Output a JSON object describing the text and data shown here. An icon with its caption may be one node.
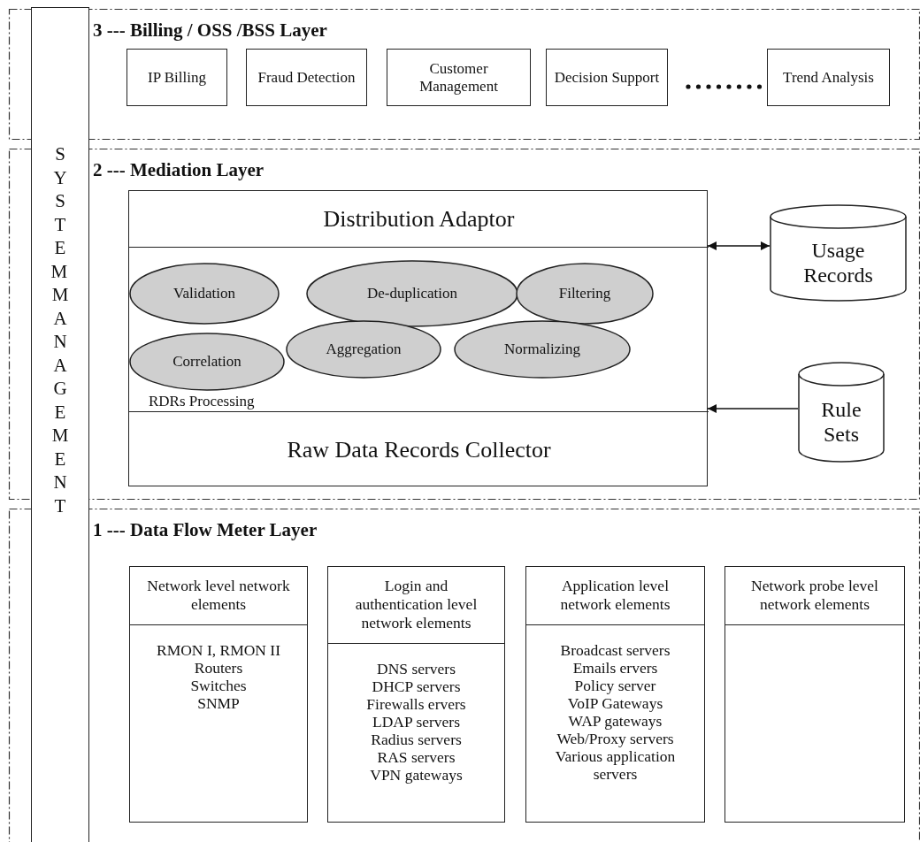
{
  "diagram": {
    "nodes": [
      {
        "text": [
          "SYSTEM MANAGEMENT"
        ]
      },
      {
        "text": [
          "3 --- Billing / OSS /BSS Layer"
        ]
      },
      {
        "text": [
          "IP Billing"
        ],
        "in": 1
      },
      {
        "text": [
          "Fraud Detection"
        ],
        "in": 1
      },
      {
        "text": [
          "Customer Management"
        ],
        "in": 1
      },
      {
        "text": [
          "Decision Support"
        ],
        "in": 1
      },
      {
        "text": [
          "Trend Analysis"
        ],
        "in": 1
      },
      {
        "text": [
          "2 --- Mediation Layer"
        ]
      },
      {
        "text": [],
        "shape": "box",
        "in": 7
      },
      {
        "text": [
          "Distribution Adaptor"
        ],
        "in": 8
      },
      {
        "text": [
          "RDRs Processing"
        ],
        "in": 8
      },
      {
        "text": [
          "Validation"
        ],
        "in": 10
      },
      {
        "text": [
          "De-duplication"
        ],
        "in": 10
      },
      {
        "text": [
          "Filtering"
        ],
        "in": 10
      },
      {
        "text": [
          "Aggregation"
        ],
        "in": 10
      },
      {
        "text": [
          "Normalizing"
        ],
        "in": 10
      },
      {
        "text": [
          "Correlation"
        ],
        "in": 10
      },
      {
        "text": [
          "Raw Data Records Collector"
        ],
        "in": 8
      },
      {
        "text": [
          "Usage Records"
        ],
        "in": 7
      },
      {
        "text": [
          "Rule Sets"
        ],
        "in": 7
      },
      {
        "text": [
          "1 --- Data Flow Meter Layer"
        ]
      },
      {
        "text": [
          "Network level network elements",
          "RMON I, RMON II",
          "Routers",
          "Switches",
          "SNMP"
        ],
        "in": 20
      },
      {
        "text": [
          "Login and authentication level network elements",
          "DNS servers",
          "DHCP servers",
          "Firewalls ervers",
          "LDAP servers",
          "Radius servers",
          "RAS servers",
          "VPN gateways"
        ],
        "in": 20
      },
      {
        "text": [
          "Application level network elements",
          "Broadcast servers",
          "Emails ervers",
          "Policy server",
          "VoIP Gateways",
          "WAP gateways",
          "Web/Proxy servers",
          "Various application servers"
        ],
        "in": 20
      },
      {
        "text": [
          "Network probe level network elements"
        ],
        "in": 20
      }
    ],
    "edges": [
      {
        "from": 18,
        "to": 8,
        "arrow": "both"
      },
      {
        "from": 19,
        "to": 8,
        "arrow": "to"
      }
    ]
  }
}
